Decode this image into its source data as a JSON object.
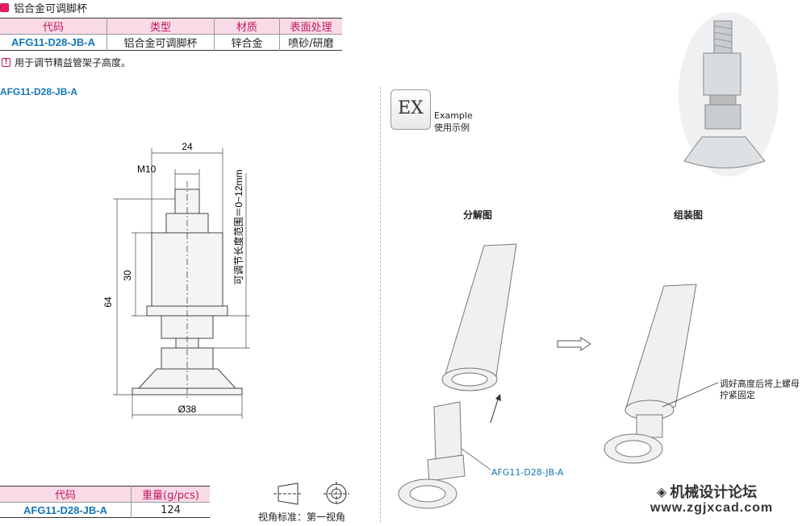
{
  "header": {
    "title": "铝合金可调脚杯"
  },
  "spec_table": {
    "columns": [
      "代码",
      "类型",
      "材质",
      "表面处理"
    ],
    "rows": [
      [
        "AFG11-D28-JB-A",
        "铝合金可调脚杯",
        "锌合金",
        "喷砂/研磨"
      ]
    ]
  },
  "note": "用于调节精益管架子高度。",
  "drawing": {
    "title": "AFG11-D28-JB-A",
    "dim_width": "24",
    "dim_thread": "M10",
    "dim_height": "64",
    "dim_body": "30",
    "dim_base": "Ø38",
    "adjust_range": "可调节长度范围＝0~12mm"
  },
  "weight_table": {
    "columns": [
      "代码",
      "重量(g/pcs)"
    ],
    "rows": [
      [
        "AFG11-D28-JB-A",
        "124"
      ]
    ]
  },
  "projection_label": "视角标准：第一视角",
  "example": {
    "badge": "EX",
    "label_en": "Example",
    "label_cn": "使用示例",
    "exploded_title": "分解图",
    "assembled_title": "组装图",
    "part_callout": "AFG11-D28-JB-A",
    "assembly_note_line1": "调好高度后将上螺母",
    "assembly_note_line2": "拧紧固定"
  },
  "watermark": {
    "name": "机械设计论坛",
    "url": "www.zgjxcad.com"
  },
  "colors": {
    "accent_pink": "#e91e63",
    "header_fill": "#f9dbe7",
    "code_blue": "#1476b8"
  }
}
